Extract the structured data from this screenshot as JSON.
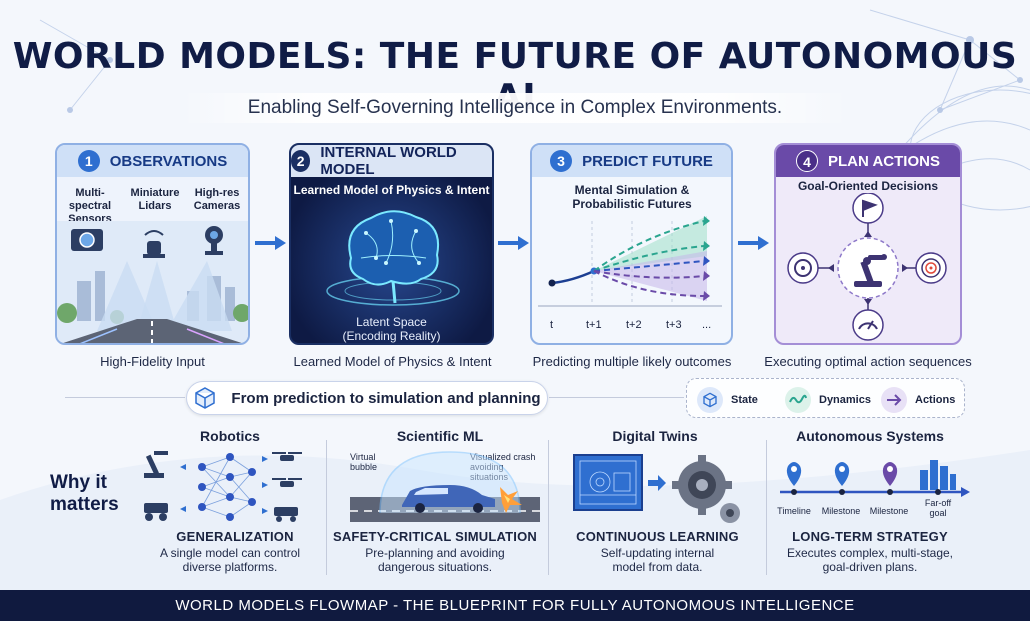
{
  "title": "WORLD MODELS: THE FUTURE OF AUTONOMOUS AI",
  "subtitle": "Enabling Self-Governing Intelligence in Complex Environments.",
  "steps": [
    {
      "num": "1",
      "title": "OBSERVATIONS",
      "sensors": [
        "Multi-spectral Sensors",
        "Miniature Lidars",
        "High-res Cameras"
      ],
      "caption": "High-Fidelity Input",
      "accent": "#2f6fd0"
    },
    {
      "num": "2",
      "title": "INTERNAL WORLD MODEL",
      "subtitle": "Learned Model of Physics & Intent",
      "latent": "Latent Space",
      "latent_sub": "(Encoding Reality)",
      "caption": "Learned Model of Physics & Intent",
      "accent": "#1a2f63"
    },
    {
      "num": "3",
      "title": "PREDICT FUTURE",
      "subtitle": "Mental Simulation & Probabilistic Futures",
      "ticks": [
        "t",
        "t+1",
        "t+2",
        "t+3",
        "..."
      ],
      "caption": "Predicting multiple likely outcomes",
      "accent": "#2f6fd0"
    },
    {
      "num": "4",
      "title": "PLAN ACTIONS",
      "subtitle": "Goal-Oriented Decisions",
      "caption": "Executing optimal action sequences",
      "accent": "#6a4aa8"
    }
  ],
  "pill": "From prediction to simulation and planning",
  "legend": {
    "state": "State",
    "dynamics": "Dynamics",
    "actions": "Actions"
  },
  "why": "Why it matters",
  "sections": [
    {
      "title": "Robotics",
      "head": "GENERALIZATION",
      "desc": "A single model can control diverse platforms."
    },
    {
      "title": "Scientific ML",
      "head": "SAFETY-CRITICAL SIMULATION",
      "desc": "Pre-planning and avoiding dangerous situations.",
      "label_left": "Virtual bubble",
      "label_right": "Visualized crash avoiding situations"
    },
    {
      "title": "Digital Twins",
      "head": "CONTINUOUS LEARNING",
      "desc": "Self-updating internal model from data."
    },
    {
      "title": "Autonomous Systems",
      "head": "LONG-TERM STRATEGY",
      "desc": "Executes complex, multi-stage, goal-driven plans.",
      "timeline": [
        "Timeline",
        "Milestone",
        "Milestone",
        "Far-off goal"
      ]
    }
  ],
  "footer": "WORLD MODELS FLOWMAP - THE BLUEPRINT FOR FULLY AUTONOMOUS INTELLIGENCE",
  "colors": {
    "navy": "#101c46",
    "blue": "#2f6fd0",
    "teal": "#2aa58f",
    "purple": "#6a4aa8"
  }
}
